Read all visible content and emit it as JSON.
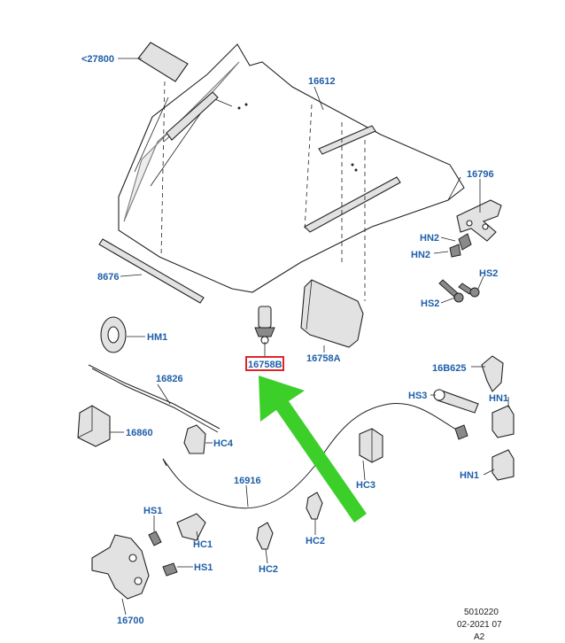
{
  "labels": {
    "p27800": "<27800",
    "p16612": "16612",
    "p16796": "16796",
    "hn2_a": "HN2",
    "hn2_b": "HN2",
    "hs2_a": "HS2",
    "hs2_b": "HS2",
    "p8676": "8676",
    "hm1": "HM1",
    "p16758b": "16758B",
    "p16758a": "16758A",
    "p16b625": "16B625",
    "p16826": "16826",
    "hs3": "HS3",
    "hn1_a": "HN1",
    "hn1_b": "HN1",
    "p16860": "16860",
    "hc4": "HC4",
    "hc3": "HC3",
    "p16916": "16916",
    "hs1_a": "HS1",
    "hs1_b": "HS1",
    "hc1": "HC1",
    "hc2_a": "HC2",
    "hc2_b": "HC2",
    "p16700": "16700"
  },
  "footer": {
    "code": "5010220",
    "date": "02-2021 07",
    "rev": "A2"
  },
  "colors": {
    "label": "#1f5fa8",
    "highlight_box": "#e0242a",
    "arrow": "#3ccf2a"
  }
}
